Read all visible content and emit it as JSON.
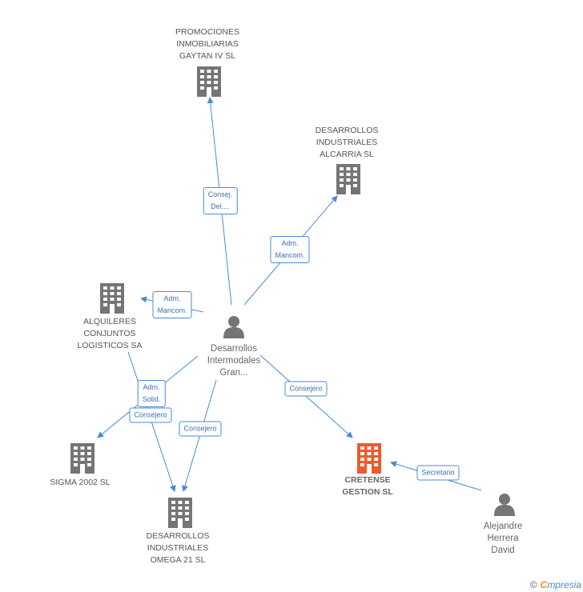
{
  "colors": {
    "edge": "#4a89dc",
    "company": "#757575",
    "focus": "#f0592b",
    "person": "#757575"
  },
  "nodes": {
    "promociones": {
      "label": "PROMOCIONES\nINMOBILIARIAS\nGAYTAN IV SL",
      "icon": "building-icon"
    },
    "alcarria": {
      "label": "DESARROLLOS\nINDUSTRIALES\nALCARRIA SL",
      "icon": "building-icon"
    },
    "alquileres": {
      "label": "ALQUILERES\nCONJUNTOS\nLOGISTICOS SA",
      "icon": "building-icon"
    },
    "desarrollos_intermodales": {
      "label": "Desarrollos\nIntermodales\nGran...",
      "icon": "person-icon"
    },
    "sigma": {
      "label": "SIGMA 2002 SL",
      "icon": "building-icon"
    },
    "omega": {
      "label": "DESARROLLOS\nINDUSTRIALES\nOMEGA 21 SL",
      "icon": "building-icon"
    },
    "cretense": {
      "label": "CRETENSE\nGESTION SL",
      "icon": "building-icon"
    },
    "alejandre": {
      "label": "Alejandre\nHerrera\nDavid",
      "icon": "person-icon"
    }
  },
  "edges": {
    "consej_del": "Consej.\nDel....",
    "adm_mancom_alcarria": "Adm.\nMancom.",
    "adm_mancom_alquileres": "Adm.\nMancom.",
    "adm_solid": "Adm.\nSolid.",
    "consejero_sigma": "Consejero",
    "consejero_omega": "Consejero",
    "consejero_cretense": "Consejero",
    "secretario": "Secretario"
  },
  "footer": {
    "copyright": "©",
    "brand_initial": "C",
    "brand_rest": "mpresia"
  }
}
